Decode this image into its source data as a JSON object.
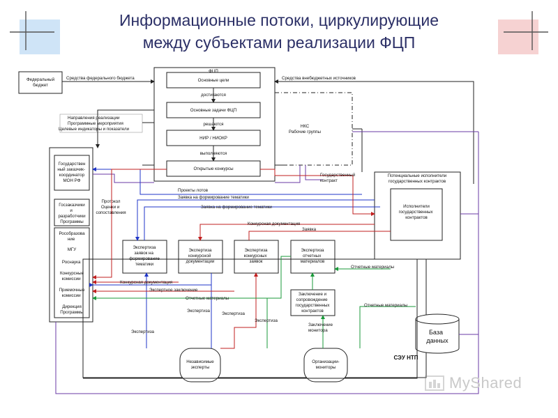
{
  "slide": {
    "title_line1": "Информационные потоки, циркулирующие",
    "title_line2": "между субъектами реализации ФЦП",
    "watermark": "MyShared"
  },
  "nodes": {
    "fed_budget": [
      "Федеральный",
      "бюджет"
    ],
    "fcp_title": "ФЦП",
    "goals": "Основные цели",
    "achieved": "достигаются",
    "tasks": "Основные задачи ФЦП",
    "solved": "решаются",
    "nir": "НИР / НИОКР",
    "performed": "выполняются",
    "contests": "Открытые конкурсы",
    "nks": [
      "НКС",
      "Рабочие группы"
    ],
    "directions": [
      "Направления реализации",
      "Программные мероприятия",
      "Целевые индикаторы и показатели"
    ],
    "gov_customer": [
      "Государствен",
      "ный заказчик-",
      "координатор",
      "МОН РФ"
    ],
    "gos_zakazchiki": [
      "Госзаказчики",
      "и",
      "разработчики",
      "Программы"
    ],
    "agencies": [
      "Рособразова",
      "ние",
      "МГУ",
      "Роснаука",
      "Конкурсные",
      "комиссии",
      "Приемочные",
      "комиссии",
      "Дирекция",
      "Программы"
    ],
    "protocol": [
      "Протокол",
      "Оценки и",
      "сопоставления"
    ],
    "potential": [
      "Потенциальные исполнители",
      "государственных контрактов"
    ],
    "executors": [
      "Исполнители",
      "государственных",
      "контрактов"
    ],
    "exp_apps_topic": [
      "Экспертиза",
      "заявок на",
      "формирование",
      "тематики"
    ],
    "exp_contest_docs": [
      "Экспертиза",
      "конкурсной",
      "документации"
    ],
    "exp_contest_apps": [
      "Экспертиза",
      "конкурсных",
      "заявок"
    ],
    "exp_reports": [
      "Экспертиза",
      "отчетных",
      "материалов"
    ],
    "conclusion": [
      "Заключение и",
      "сопровождение",
      "государственных",
      "контрактов"
    ],
    "database": [
      "База",
      "данных"
    ],
    "independent": [
      "Независимые",
      "эксперты"
    ],
    "monitors": [
      "Организации-",
      "мониторы"
    ],
    "seu": "СЭУ НТП"
  },
  "flows": {
    "budget_funds": "Средства федерального бюджета",
    "nonbudget_funds": "Средства внебюджетных источников",
    "gov_contract": [
      "Государственный",
      "контракт"
    ],
    "lot_projects": "Проекты лотов",
    "topic_request_1": "Заявка на формирование тематики",
    "topic_request_2": "Заявка на формирование тематики",
    "contest_docs_1": "Конкурсная документация",
    "application": "Заявка",
    "report_materials_1": "Отчетные материалы",
    "contest_docs_2": "Конкурсная документация",
    "expert_conclusion": "Экспертное заключение",
    "report_materials_2": "Отчетные материалы",
    "report_materials_3": "Отчетные материалы",
    "monitor_conclusion": [
      "Заключение",
      "монитора"
    ],
    "expertise_1": "Экспертиза",
    "expertise_2": "Экспертиза",
    "expertise_3": "Экспертиза",
    "expertise_4": "Экспертиза"
  }
}
